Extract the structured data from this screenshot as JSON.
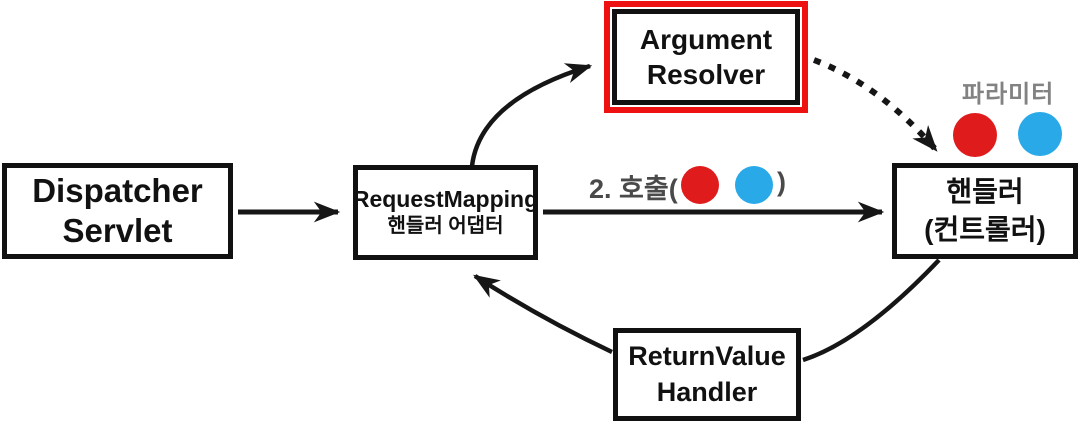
{
  "diagram": {
    "boxes": {
      "dispatcher_servlet": {
        "line1": "Dispatcher",
        "line2": "Servlet"
      },
      "handler_adapter": {
        "line1": "RequestMapping",
        "line2": "핸들러 어댑터"
      },
      "argument_resolver": {
        "line1": "Argument",
        "line2": "Resolver",
        "highlighted": true
      },
      "handler": {
        "line1": "핸들러",
        "line2": "(컨트롤러)"
      },
      "return_value_handler": {
        "line1": "ReturnValue",
        "line2": "Handler"
      }
    },
    "labels": {
      "call_prefix": "2. 호출(",
      "call_suffix": ")",
      "parameter": "파라미터"
    },
    "colors": {
      "parameter_red": "#e01b1b",
      "parameter_blue": "#2aa9e8",
      "highlight_border": "#ee1111",
      "stroke": "#161616",
      "call_text": "#4a4a4a",
      "parameter_text": "#828282"
    },
    "connections": [
      {
        "from": "dispatcher_servlet",
        "to": "handler_adapter",
        "style": "solid"
      },
      {
        "from": "handler_adapter",
        "to": "argument_resolver",
        "style": "solid-curved"
      },
      {
        "from": "argument_resolver",
        "to": "handler",
        "style": "dotted-curved"
      },
      {
        "from": "handler_adapter",
        "to": "handler",
        "style": "solid",
        "label": "2. 호출( ● ● )"
      },
      {
        "from": "handler",
        "to": "return_value_handler",
        "style": "solid-curved"
      },
      {
        "from": "return_value_handler",
        "to": "handler_adapter",
        "style": "solid-curved"
      }
    ]
  }
}
